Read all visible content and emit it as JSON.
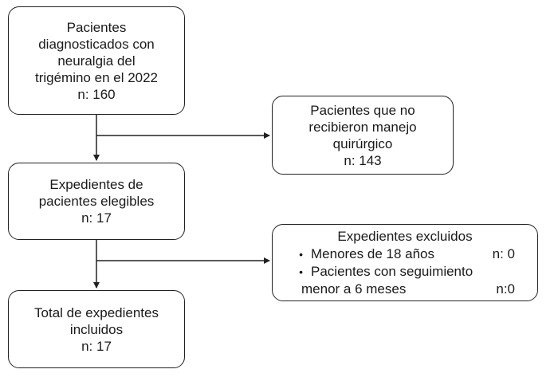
{
  "boxes": {
    "diagnosed": {
      "lines": [
        "Pacientes",
        "diagnosticados con",
        "neuralgia del",
        "trigémino en el 2022",
        "n: 160"
      ]
    },
    "no_surgery": {
      "lines": [
        "Pacientes que no",
        "recibieron manejo",
        "quirúrgico",
        "n: 143"
      ]
    },
    "eligible": {
      "lines": [
        "Expedientes de",
        "pacientes elegibles",
        "n: 17"
      ]
    },
    "excluded": {
      "title": "Expedientes excluidos",
      "items": [
        {
          "label": "Menores de 18 años",
          "value": "n: 0"
        },
        {
          "label": "Pacientes con seguimiento",
          "label2": "menor a 6 meses",
          "value": "n:0"
        }
      ]
    },
    "included": {
      "lines": [
        "Total de expedientes",
        "incluidos",
        "n: 17"
      ]
    }
  },
  "colors": {
    "border": "#222222",
    "text": "#1a1a1a",
    "background": "#ffffff"
  }
}
